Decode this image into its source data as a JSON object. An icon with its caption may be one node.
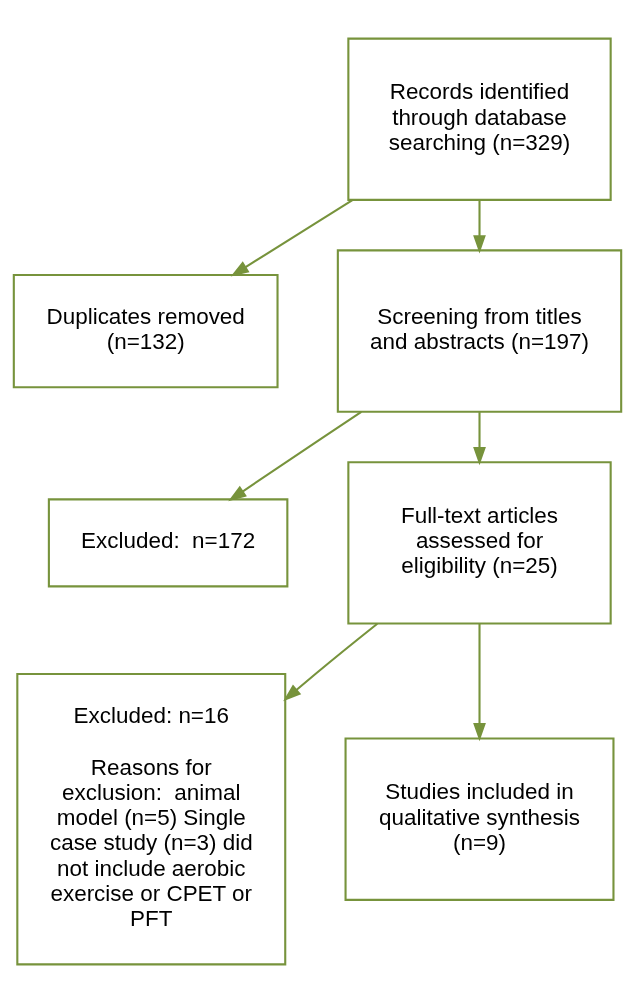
{
  "diagram": {
    "nodes": [
      {
        "text": [
          "Records identified through database searching (n=329)"
        ]
      },
      {
        "text": [
          "Duplicates removed (n=132)"
        ]
      },
      {
        "text": [
          "Screening from titles and abstracts (n=197)"
        ]
      },
      {
        "text": [
          "Excluded:  n=172"
        ]
      },
      {
        "text": [
          "Full-text articles assessed for eligibility (n=25)"
        ]
      },
      {
        "text": [
          "Excluded: n=16",
          "Reasons for exclusion:  animal model (n=5) Single case study (n=3) did not include aerobic exercise or CPET or PFT"
        ]
      },
      {
        "text": [
          "Studies included in qualitative synthesis (n=9)"
        ]
      }
    ],
    "edges": [
      {
        "from": 0,
        "to": 2,
        "arrow": "to",
        "color": "#77933c"
      },
      {
        "from": 0,
        "to": 1,
        "arrow": "to",
        "color": "#77933c"
      },
      {
        "from": 2,
        "to": 4,
        "arrow": "to",
        "color": "#77933c"
      },
      {
        "from": 2,
        "to": 3,
        "arrow": "to",
        "color": "#77933c"
      },
      {
        "from": 4,
        "to": 6,
        "arrow": "to",
        "color": "#77933c"
      },
      {
        "from": 4,
        "to": 5,
        "arrow": "to",
        "color": "#77933c"
      }
    ]
  }
}
